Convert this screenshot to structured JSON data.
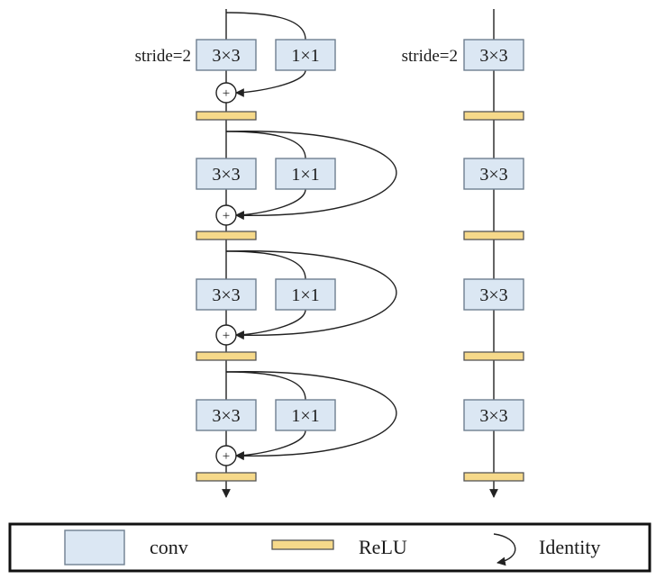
{
  "diagram": {
    "stride_label": "stride=2",
    "conv_main_label": "3×3",
    "conv_branch_label": "1×1",
    "add_symbol": "+",
    "left_stages": [
      {
        "main": "3×3",
        "branch": "1×1",
        "stride": "stride=2",
        "identity": false
      },
      {
        "main": "3×3",
        "branch": "1×1",
        "stride": "",
        "identity": true
      },
      {
        "main": "3×3",
        "branch": "1×1",
        "stride": "",
        "identity": true
      },
      {
        "main": "3×3",
        "branch": "1×1",
        "stride": "",
        "identity": true
      }
    ],
    "right_stages": [
      {
        "main": "3×3",
        "stride": "stride=2"
      },
      {
        "main": "3×3",
        "stride": ""
      },
      {
        "main": "3×3",
        "stride": ""
      },
      {
        "main": "3×3",
        "stride": ""
      }
    ]
  },
  "legend": {
    "conv_label": "conv",
    "relu_label": "ReLU",
    "identity_label": "Identity"
  },
  "colors": {
    "conv_fill": "#dbe7f3",
    "relu_fill": "#f6d98a",
    "line": "#222222"
  }
}
